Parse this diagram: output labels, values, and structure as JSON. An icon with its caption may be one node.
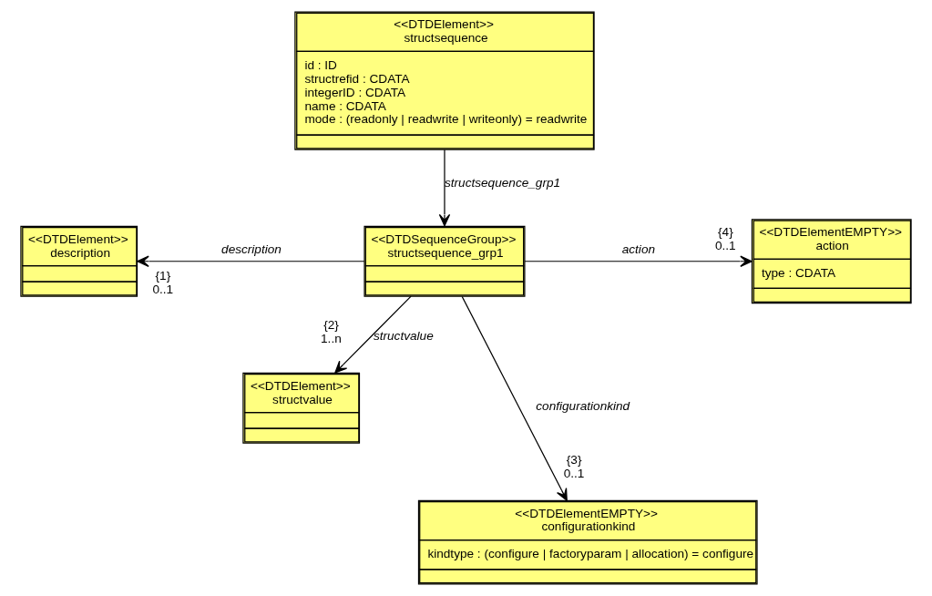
{
  "diagram": {
    "nodes": [
      {
        "text": [
          "<<DTDElement>>",
          "structsequence",
          "id : ID",
          "structrefid : CDATA",
          "integerID : CDATA",
          "name : CDATA",
          "mode : (readonly | readwrite | writeonly) = readwrite"
        ]
      },
      {
        "text": [
          "<<DTDElement>>",
          "description"
        ]
      },
      {
        "text": [
          "<<DTDSequenceGroup>>",
          "structsequence_grp1"
        ]
      },
      {
        "text": [
          "<<DTDElementEMPTY>>",
          "action",
          "type : CDATA"
        ]
      },
      {
        "text": [
          "<<DTDElement>>",
          "structvalue"
        ]
      },
      {
        "text": [
          "<<DTDElementEMPTY>>",
          "configurationkind",
          "kindtype : (configure | factoryparam | allocation) = configure"
        ]
      }
    ],
    "edges": [
      {
        "from": 0,
        "to": 2,
        "arrow": "to",
        "label": "structsequence_grp1"
      },
      {
        "from": 2,
        "to": 1,
        "arrow": "to",
        "label": "description"
      },
      {
        "from": 2,
        "to": 3,
        "arrow": "to",
        "label": "action"
      },
      {
        "from": 2,
        "to": 4,
        "arrow": "to",
        "label": "structvalue"
      },
      {
        "from": 2,
        "to": 5,
        "arrow": "to",
        "label": "configurationkind"
      }
    ],
    "labels": [
      "{1}",
      "0..1",
      "{4}",
      "0..1",
      "{2}",
      "1..n",
      "{3}",
      "0..1"
    ]
  }
}
